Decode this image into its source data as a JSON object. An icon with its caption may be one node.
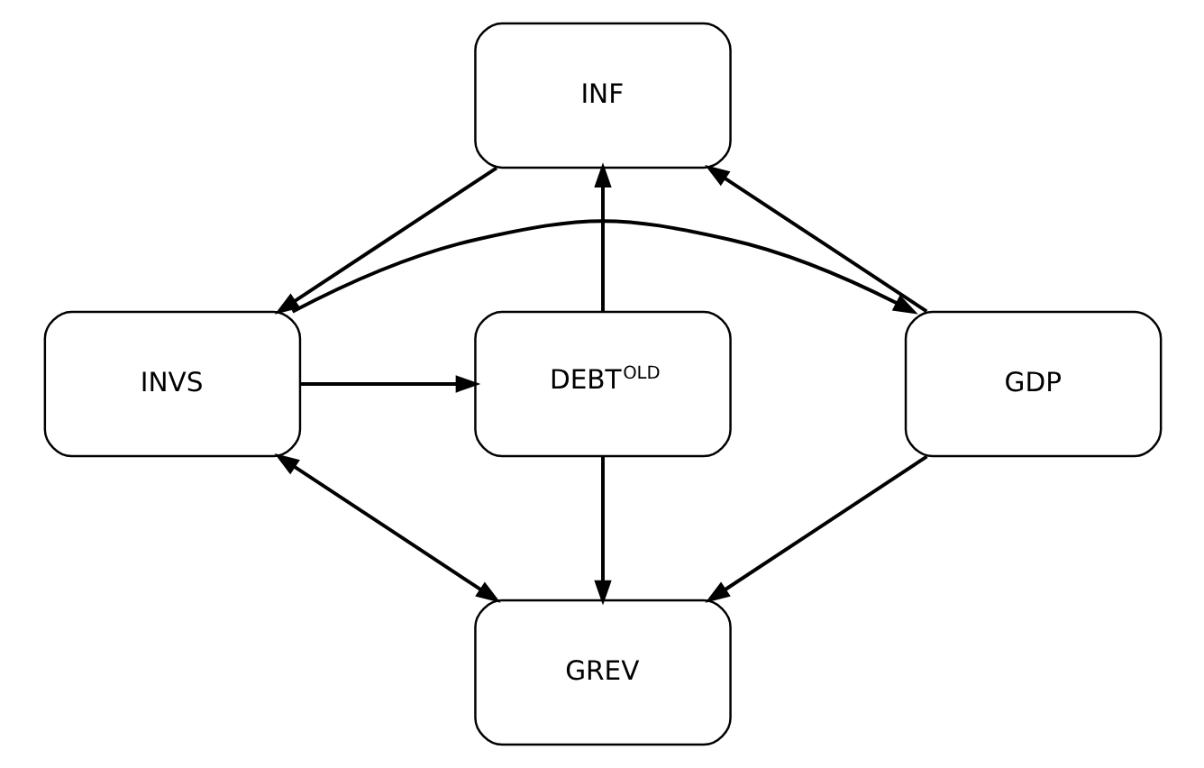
{
  "diagram": {
    "nodes": [
      {
        "text": [
          "INF"
        ]
      },
      {
        "text": [
          "GDP"
        ]
      },
      {
        "text": [
          "INVS"
        ]
      },
      {
        "text": [
          "DEBT$^{OLD}$"
        ]
      },
      {
        "text": [
          "GREV"
        ]
      }
    ],
    "edges": [
      {
        "from": 1,
        "to": 0,
        "arrow": "to"
      },
      {
        "from": 3,
        "to": 0,
        "arrow": "to"
      },
      {
        "from": 0,
        "to": 2,
        "arrow": "to"
      },
      {
        "from": 2,
        "to": 1,
        "arrow": "to"
      },
      {
        "from": 2,
        "to": 3,
        "arrow": "to"
      },
      {
        "from": 2,
        "to": 4,
        "arrow": "both"
      },
      {
        "from": 1,
        "to": 4,
        "arrow": "to"
      },
      {
        "from": 3,
        "to": 4,
        "arrow": "to"
      }
    ]
  }
}
